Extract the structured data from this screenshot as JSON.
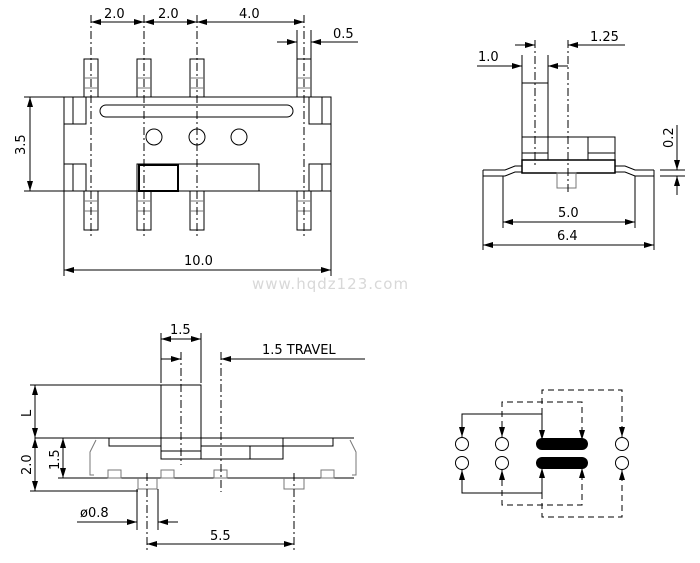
{
  "watermark": "www.hqdz123.com",
  "top_view": {
    "dims": {
      "pitch1": "2.0",
      "pitch2": "2.0",
      "pitch3": "4.0",
      "pin_width": "0.5",
      "height": "3.5",
      "length": "10.0"
    }
  },
  "side_view": {
    "dims": {
      "actuator_width": "1.0",
      "offset": "1.25",
      "thickness": "0.2",
      "pad_span": "5.0",
      "overall_width": "6.4"
    }
  },
  "front_view": {
    "dims": {
      "actuator_width": "1.5",
      "travel": "1.5 TRAVEL",
      "actuator_length": "L",
      "body_height": "2.0",
      "housing_height": "1.5",
      "peg_diameter": "ø0.8",
      "peg_spacing": "5.5"
    }
  },
  "schematic": {
    "positions": 2,
    "poles": 2
  }
}
